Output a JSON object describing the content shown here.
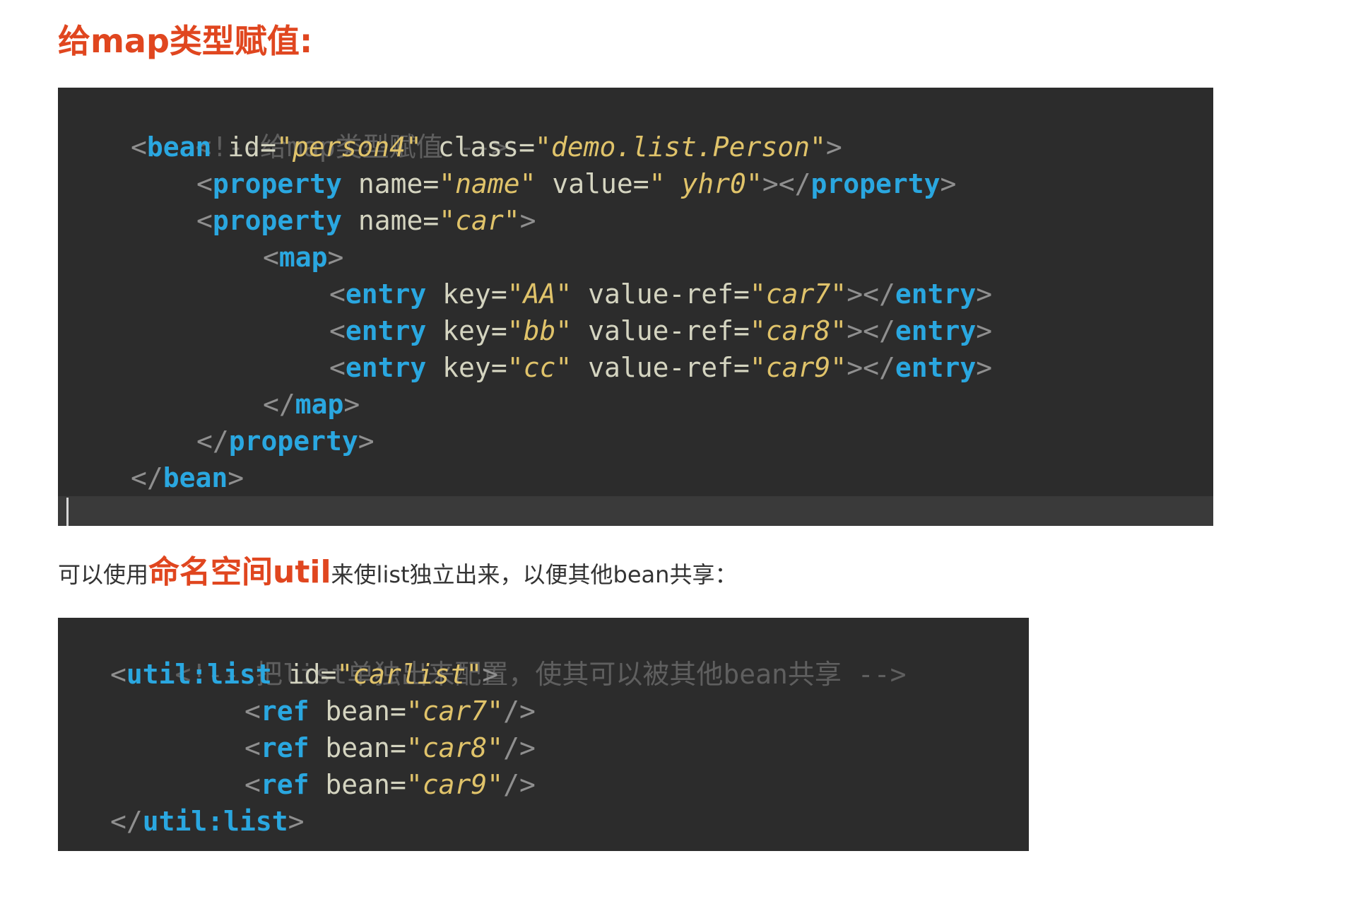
{
  "heading": "给map类型赋值:",
  "paragraph": {
    "before": "可以使用",
    "emphasis": "命名空间util",
    "after": "来使list独立出来，以便其他bean共享："
  },
  "code1": {
    "comment": "<!--给map类型赋值 -->",
    "bean_open": {
      "tag": "bean",
      "id_attr": "id",
      "id_val": "\"person4\"",
      "class_attr": "class",
      "class_val": "\"demo.list.Person\""
    },
    "prop1": {
      "tag": "property",
      "name_attr": "name",
      "name_val": "\"name\"",
      "value_attr": "value",
      "value_val": "\" yhr0\""
    },
    "prop2": {
      "tag": "property",
      "name_attr": "name",
      "name_val": "\"car\""
    },
    "map_tag": "map",
    "entries": [
      {
        "tag": "entry",
        "key_attr": "key",
        "key_val": "\"AA\"",
        "ref_attr": "value-ref",
        "ref_val": "\"car7\""
      },
      {
        "tag": "entry",
        "key_attr": "key",
        "key_val": "\"bb\"",
        "ref_attr": "value-ref",
        "ref_val": "\"car8\""
      },
      {
        "tag": "entry",
        "key_attr": "key",
        "key_val": "\"cc\"",
        "ref_attr": "value-ref",
        "ref_val": "\"car9\""
      }
    ],
    "property_tag": "property",
    "bean_tag": "bean"
  },
  "code2": {
    "comment": "<!-- 把list单独出来配置，使其可以被其他bean共享 -->",
    "list_tag": "util:list",
    "id_attr": "id",
    "id_val": "\"carlist\"",
    "refs": [
      {
        "tag": "ref",
        "attr": "bean",
        "val": "\"car7\""
      },
      {
        "tag": "ref",
        "attr": "bean",
        "val": "\"car8\""
      },
      {
        "tag": "ref",
        "attr": "bean",
        "val": "\"car9\""
      }
    ]
  },
  "colors": {
    "heading": "#e0461f",
    "code_bg": "#2c2c2c",
    "tag": "#2aa7e0",
    "attr_value": "#e0c36a",
    "comment": "#5f5f5f"
  }
}
